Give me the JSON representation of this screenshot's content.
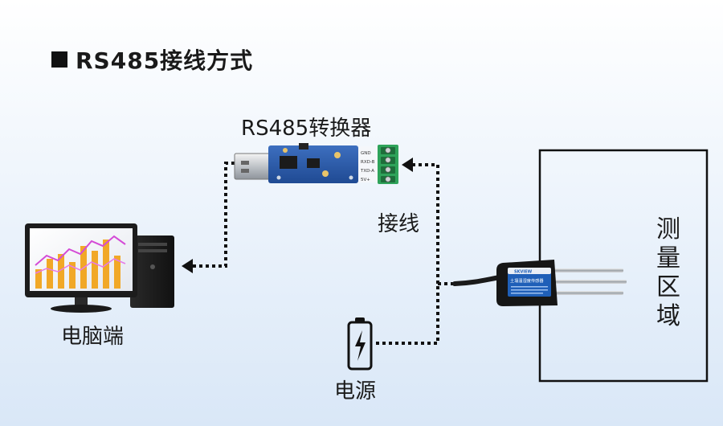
{
  "title": "RS485接线方式",
  "labels": {
    "converter": "RS485转换器",
    "wiring": "接线",
    "computer": "电脑端",
    "power": "电源",
    "measure_area": "测量区域"
  },
  "converter_pins": [
    "GND",
    "RXD-B",
    "TXD-A",
    "5V+"
  ],
  "sensor": {
    "brand": "SKVIEW",
    "name": "土壤温湿度传感器"
  }
}
